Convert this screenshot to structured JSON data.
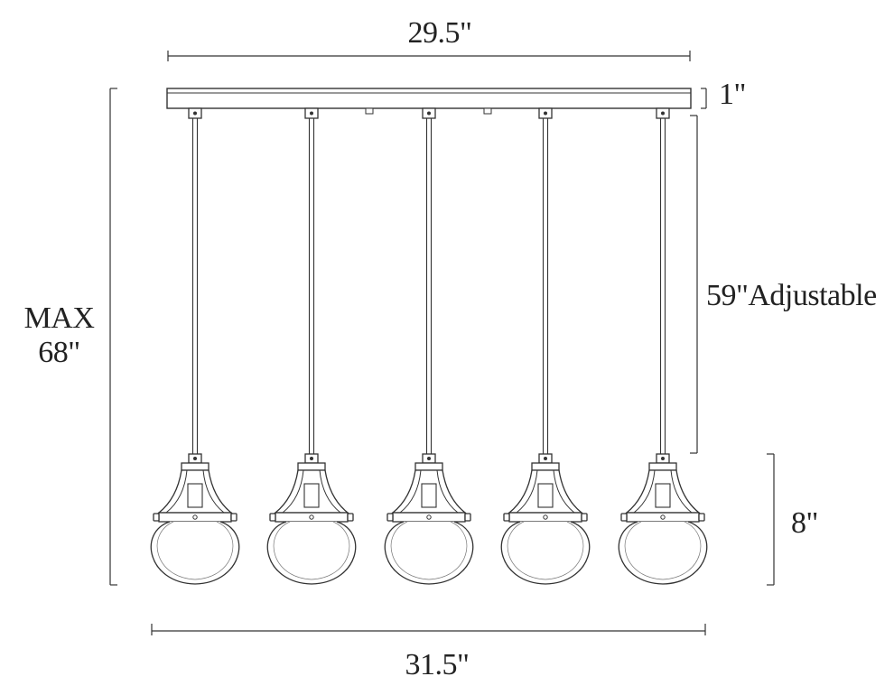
{
  "colors": {
    "line": "#333333",
    "text": "#222222",
    "background": "#ffffff"
  },
  "dimensions": {
    "canopy_width": "29.5\"",
    "canopy_height": "1\"",
    "cord_length": "59\"Adjustable",
    "max_height_line1": "MAX",
    "max_height_line2": "68\"",
    "shade_height": "8\"",
    "overall_width": "31.5\""
  }
}
